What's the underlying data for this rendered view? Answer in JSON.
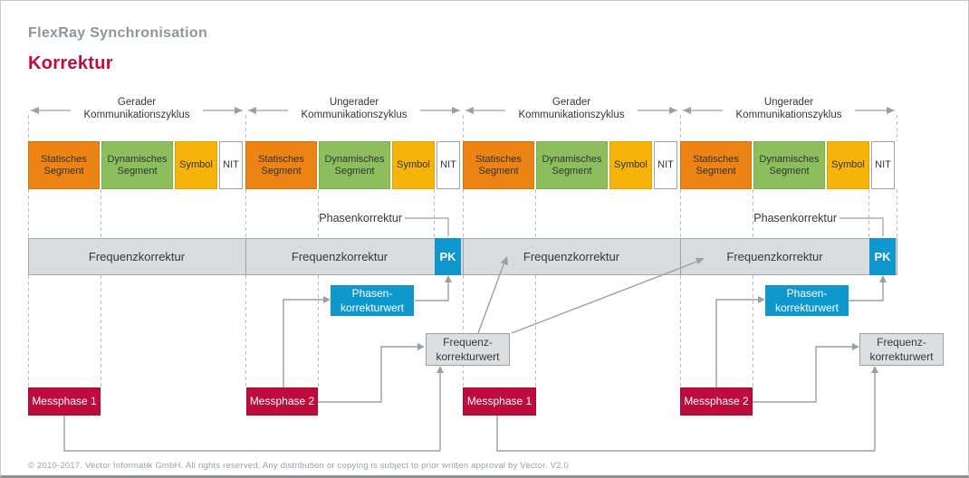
{
  "header": {
    "subtitle": "FlexRay Synchronisation",
    "title": "Korrektur"
  },
  "cycles": [
    {
      "line1": "Gerader",
      "line2": "Kommunikationszyklus",
      "segments": [
        {
          "label": "Statisches Segment"
        },
        {
          "label": "Dynamisches Segment"
        },
        {
          "label": "Symbol"
        },
        {
          "label": "NIT"
        }
      ]
    },
    {
      "line1": "Ungerader",
      "line2": "Kommunikationszyklus",
      "segments": [
        {
          "label": "Statisches Segment"
        },
        {
          "label": "Dynamisches Segment"
        },
        {
          "label": "Symbol"
        },
        {
          "label": "NIT"
        }
      ]
    },
    {
      "line1": "Gerader",
      "line2": "Kommunikationszyklus",
      "segments": [
        {
          "label": "Statisches Segment"
        },
        {
          "label": "Dynamisches Segment"
        },
        {
          "label": "Symbol"
        },
        {
          "label": "NIT"
        }
      ]
    },
    {
      "line1": "Ungerader",
      "line2": "Kommunikationszyklus",
      "segments": [
        {
          "label": "Statisches Segment"
        },
        {
          "label": "Dynamisches Segment"
        },
        {
          "label": "Symbol"
        },
        {
          "label": "NIT"
        }
      ]
    }
  ],
  "band": {
    "segments": [
      {
        "label": "Frequenzkorrektur"
      },
      {
        "label": "Frequenzkorrektur"
      },
      {
        "label": "Frequenzkorrektur"
      },
      {
        "label": "Frequenzkorrektur"
      }
    ],
    "pk1": "PK",
    "pk2": "PK",
    "phasen_label1": "Phasenkorrektur",
    "phasen_label2": "Phasenkorrektur"
  },
  "boxes": {
    "phasen1": {
      "line1": "Phasen-",
      "line2": "korrekturwert"
    },
    "phasen2": {
      "line1": "Phasen-",
      "line2": "korrekturwert"
    },
    "freq1": {
      "line1": "Frequenz-",
      "line2": "korrekturwert"
    },
    "freq2": {
      "line1": "Frequenz-",
      "line2": "korrekturwert"
    },
    "mess1a": "Messphase 1",
    "mess2a": "Messphase 2",
    "mess1b": "Messphase 1",
    "mess2b": "Messphase 2"
  },
  "footer": {
    "copyright": "© 2010-2017. Vector Informatik GmbH. All rights reserved. Any distribution or copying is subject to prior written approval by Vector. V2.0"
  },
  "colors": {
    "red": "#BE0C3D",
    "blue": "#0E98CE",
    "orange": "#EC8313",
    "green": "#8DBE5D",
    "yellow": "#F6B40A",
    "band_gray": "#D9DCDE",
    "line_gray": "#9AA0A4"
  }
}
